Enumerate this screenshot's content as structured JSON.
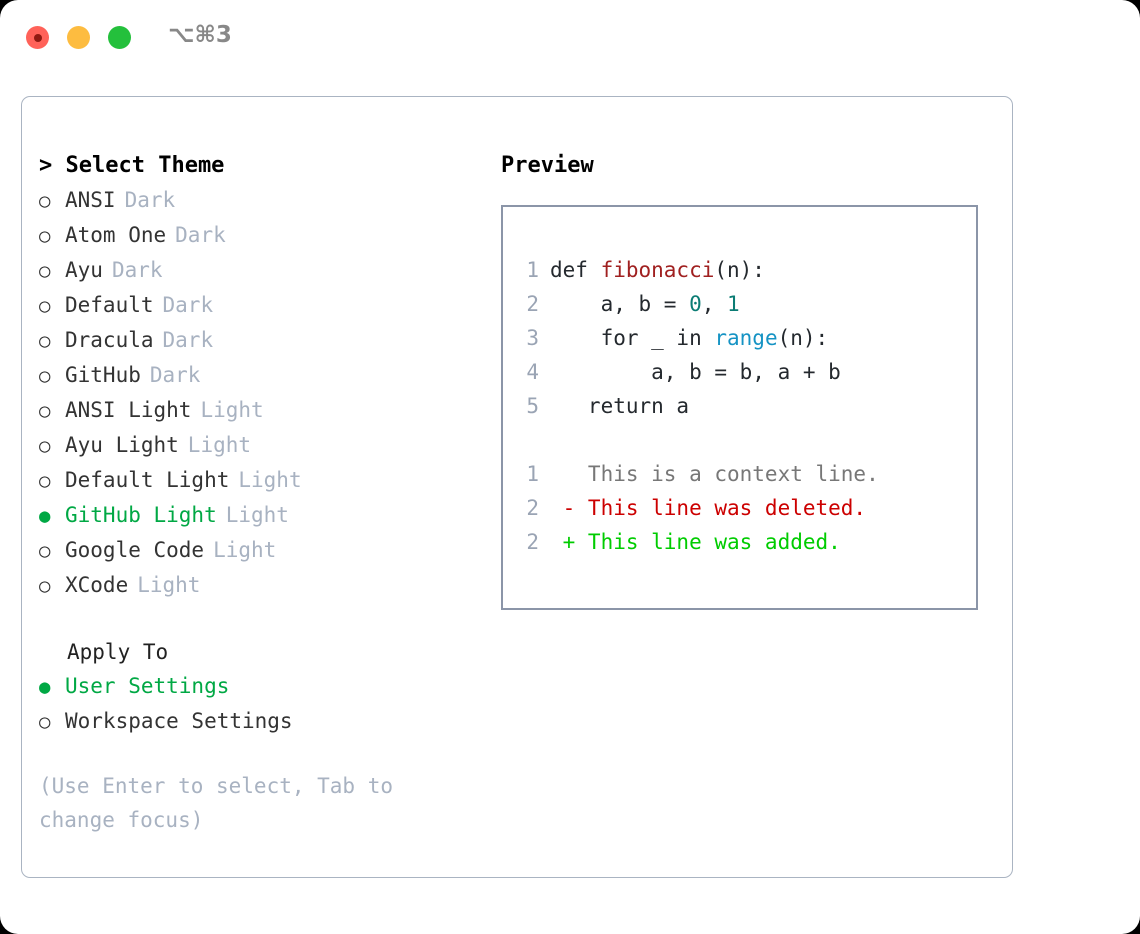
{
  "window": {
    "shortcut": "⌥⌘3",
    "traffic_lights": [
      {
        "name": "close",
        "color": "#ff6259"
      },
      {
        "name": "minimize",
        "color": "#fdbc40"
      },
      {
        "name": "maximize",
        "color": "#24c03c"
      }
    ]
  },
  "theme_list": {
    "heading": "> Select Theme",
    "marker_unselected": "○",
    "marker_selected": "●",
    "items": [
      {
        "label": "ANSI",
        "variant": "Dark",
        "selected": false
      },
      {
        "label": "Atom One",
        "variant": "Dark",
        "selected": false
      },
      {
        "label": "Ayu",
        "variant": "Dark",
        "selected": false
      },
      {
        "label": "Default",
        "variant": "Dark",
        "selected": false
      },
      {
        "label": "Dracula",
        "variant": "Dark",
        "selected": false
      },
      {
        "label": "GitHub",
        "variant": "Dark",
        "selected": false
      },
      {
        "label": "ANSI Light",
        "variant": "Light",
        "selected": false
      },
      {
        "label": "Ayu Light",
        "variant": "Light",
        "selected": false
      },
      {
        "label": "Default Light",
        "variant": "Light",
        "selected": false
      },
      {
        "label": "GitHub Light",
        "variant": "Light",
        "selected": true
      },
      {
        "label": "Google Code",
        "variant": "Light",
        "selected": false
      },
      {
        "label": "XCode",
        "variant": "Light",
        "selected": false
      }
    ]
  },
  "apply_to": {
    "heading": "Apply To",
    "items": [
      {
        "label": "User Settings",
        "selected": true
      },
      {
        "label": "Workspace Settings",
        "selected": false
      }
    ]
  },
  "hint": "(Use Enter to select, Tab to change focus)",
  "preview": {
    "heading": "Preview",
    "code_lines": [
      {
        "number": "1",
        "tokens": [
          {
            "text": "def ",
            "type": "kw"
          },
          {
            "text": "fibonacci",
            "type": "fn"
          },
          {
            "text": "(n):",
            "type": "pl"
          }
        ]
      },
      {
        "number": "2",
        "tokens": [
          {
            "text": "    a, b = ",
            "type": "pl"
          },
          {
            "text": "0",
            "type": "num"
          },
          {
            "text": ", ",
            "type": "pl"
          },
          {
            "text": "1",
            "type": "num"
          }
        ]
      },
      {
        "number": "3",
        "tokens": [
          {
            "text": "    for _ in ",
            "type": "kw"
          },
          {
            "text": "range",
            "type": "bn"
          },
          {
            "text": "(n):",
            "type": "pl"
          }
        ]
      },
      {
        "number": "4",
        "tokens": [
          {
            "text": "        a, b = b, a + b",
            "type": "pl"
          }
        ]
      },
      {
        "number": "5",
        "tokens": [
          {
            "text": "   return a",
            "type": "kw"
          }
        ]
      }
    ],
    "diff_lines": [
      {
        "number": "1",
        "sign": " ",
        "text": "This is a context line.",
        "kind": "ctx"
      },
      {
        "number": "2",
        "sign": "-",
        "text": "This line was deleted.",
        "kind": "del"
      },
      {
        "number": "2",
        "sign": "+",
        "text": "This line was added.",
        "kind": "add"
      }
    ]
  },
  "colors": {
    "accent_green": "#00a844",
    "diff_add": "#00cc00",
    "diff_del": "#cc0000",
    "muted": "#a8b2c1",
    "border": "#8b95a8"
  }
}
